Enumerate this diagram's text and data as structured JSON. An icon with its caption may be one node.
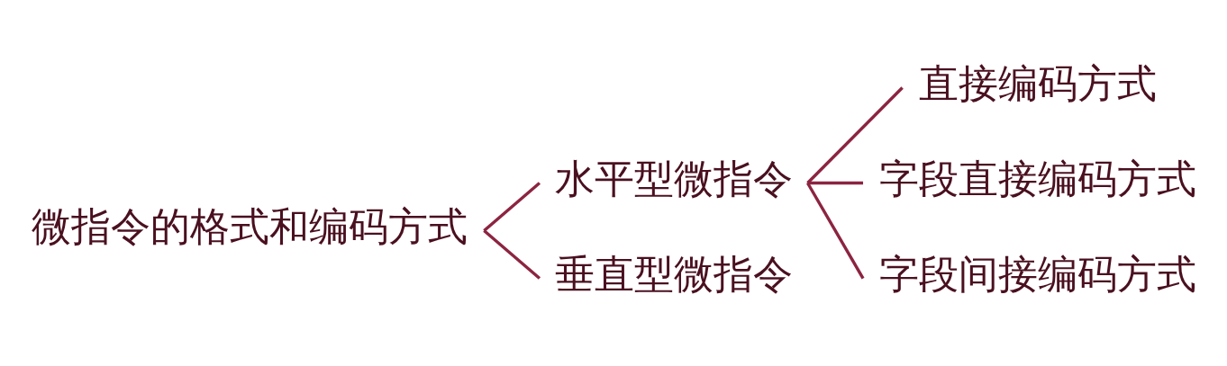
{
  "diagram": {
    "nodes": [
      {
        "text": [
          "微指令的格式和编码方式"
        ]
      },
      {
        "text": [
          "水平型微指令"
        ]
      },
      {
        "text": [
          "直接编码方式"
        ]
      },
      {
        "text": [
          "字段直接编码方式"
        ]
      },
      {
        "text": [
          "字段间接编码方式"
        ]
      },
      {
        "text": [
          "垂直型微指令"
        ]
      }
    ],
    "edges": [
      {
        "from": 0,
        "to": 1,
        "arrow": "none"
      },
      {
        "from": 0,
        "to": 5,
        "arrow": "none"
      },
      {
        "from": 1,
        "to": 2,
        "arrow": "none"
      },
      {
        "from": 1,
        "to": 3,
        "arrow": "none"
      },
      {
        "from": 1,
        "to": 4,
        "arrow": "none"
      }
    ]
  }
}
